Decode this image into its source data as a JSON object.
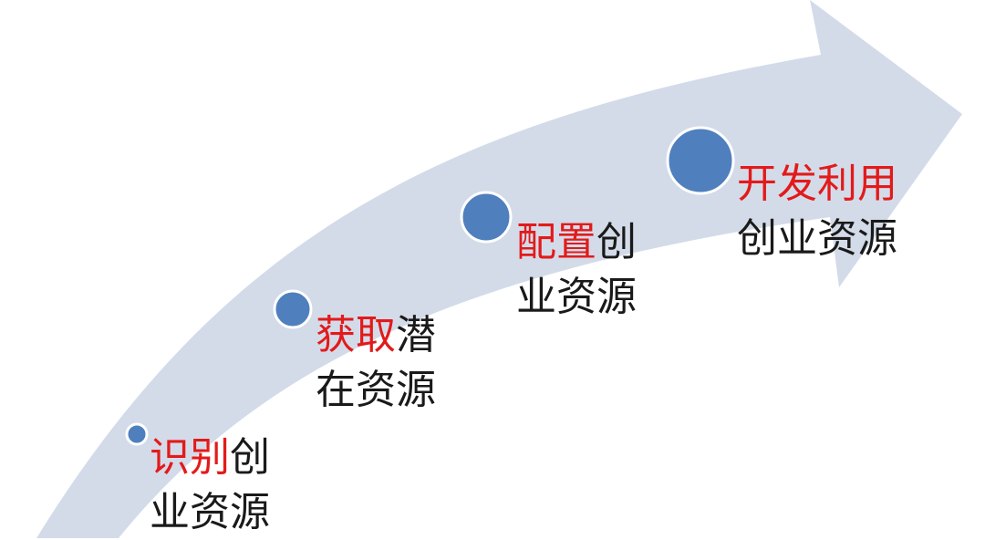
{
  "colors": {
    "arrow_fill": "#d3dbe9",
    "dot_fill": "#4f7fbd",
    "dot_stroke": "#ffffff",
    "highlight_text": "#e31a1a",
    "body_text": "#1a1a1a"
  },
  "steps": [
    {
      "highlight": "识别",
      "rest": "创",
      "line2": "业资源"
    },
    {
      "highlight": "获取",
      "rest": "潜",
      "line2": "在资源"
    },
    {
      "highlight": "配置",
      "rest": "创",
      "line2": "业资源"
    },
    {
      "highlight": "开发利用",
      "rest": "",
      "line2": "创业资源"
    }
  ]
}
